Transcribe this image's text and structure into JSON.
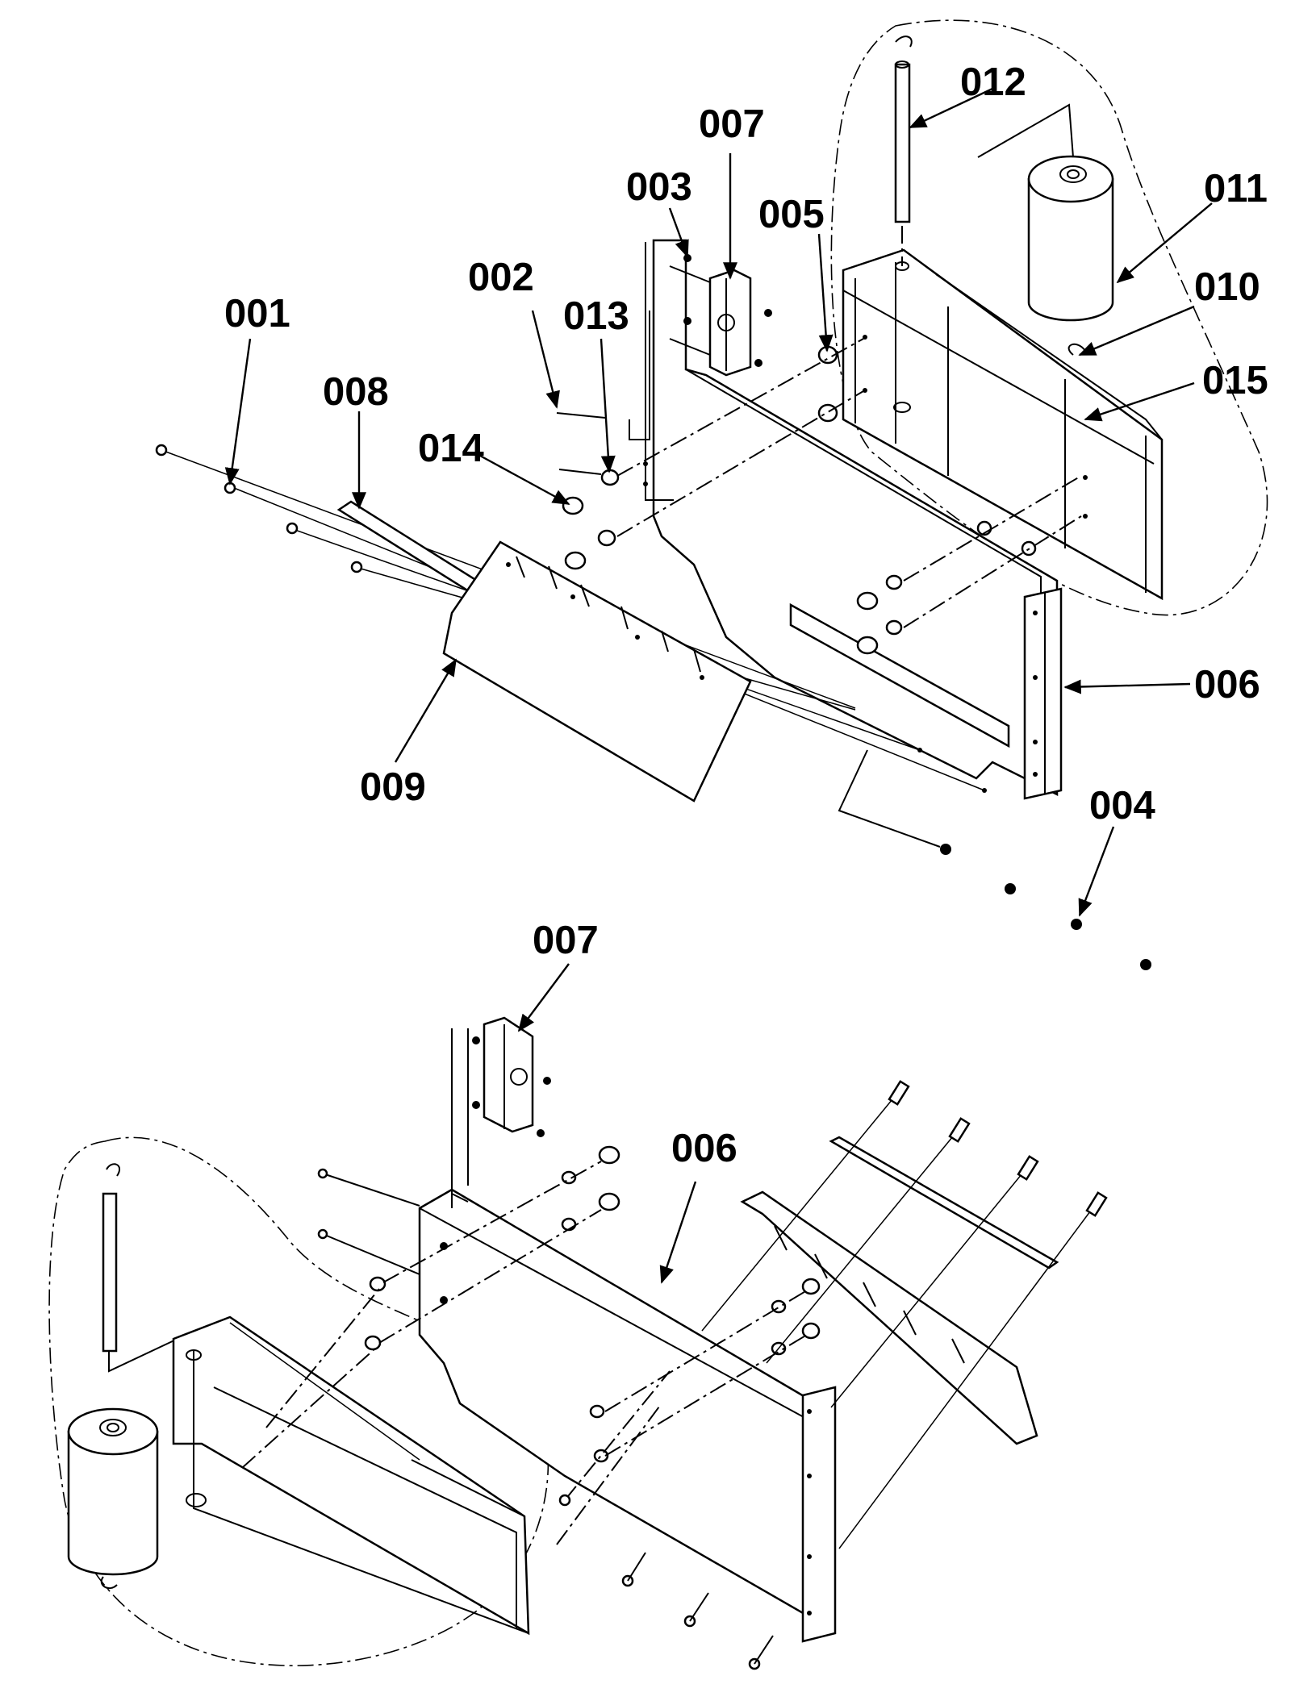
{
  "callouts": {
    "c001": "001",
    "c002": "002",
    "c003": "003",
    "c004": "004",
    "c005": "005",
    "c006_top": "006",
    "c007_top": "007",
    "c008": "008",
    "c009": "009",
    "c010": "010",
    "c011": "011",
    "c012": "012",
    "c013": "013",
    "c014": "014",
    "c015": "015",
    "c006_bottom": "006",
    "c007_bottom": "007"
  }
}
